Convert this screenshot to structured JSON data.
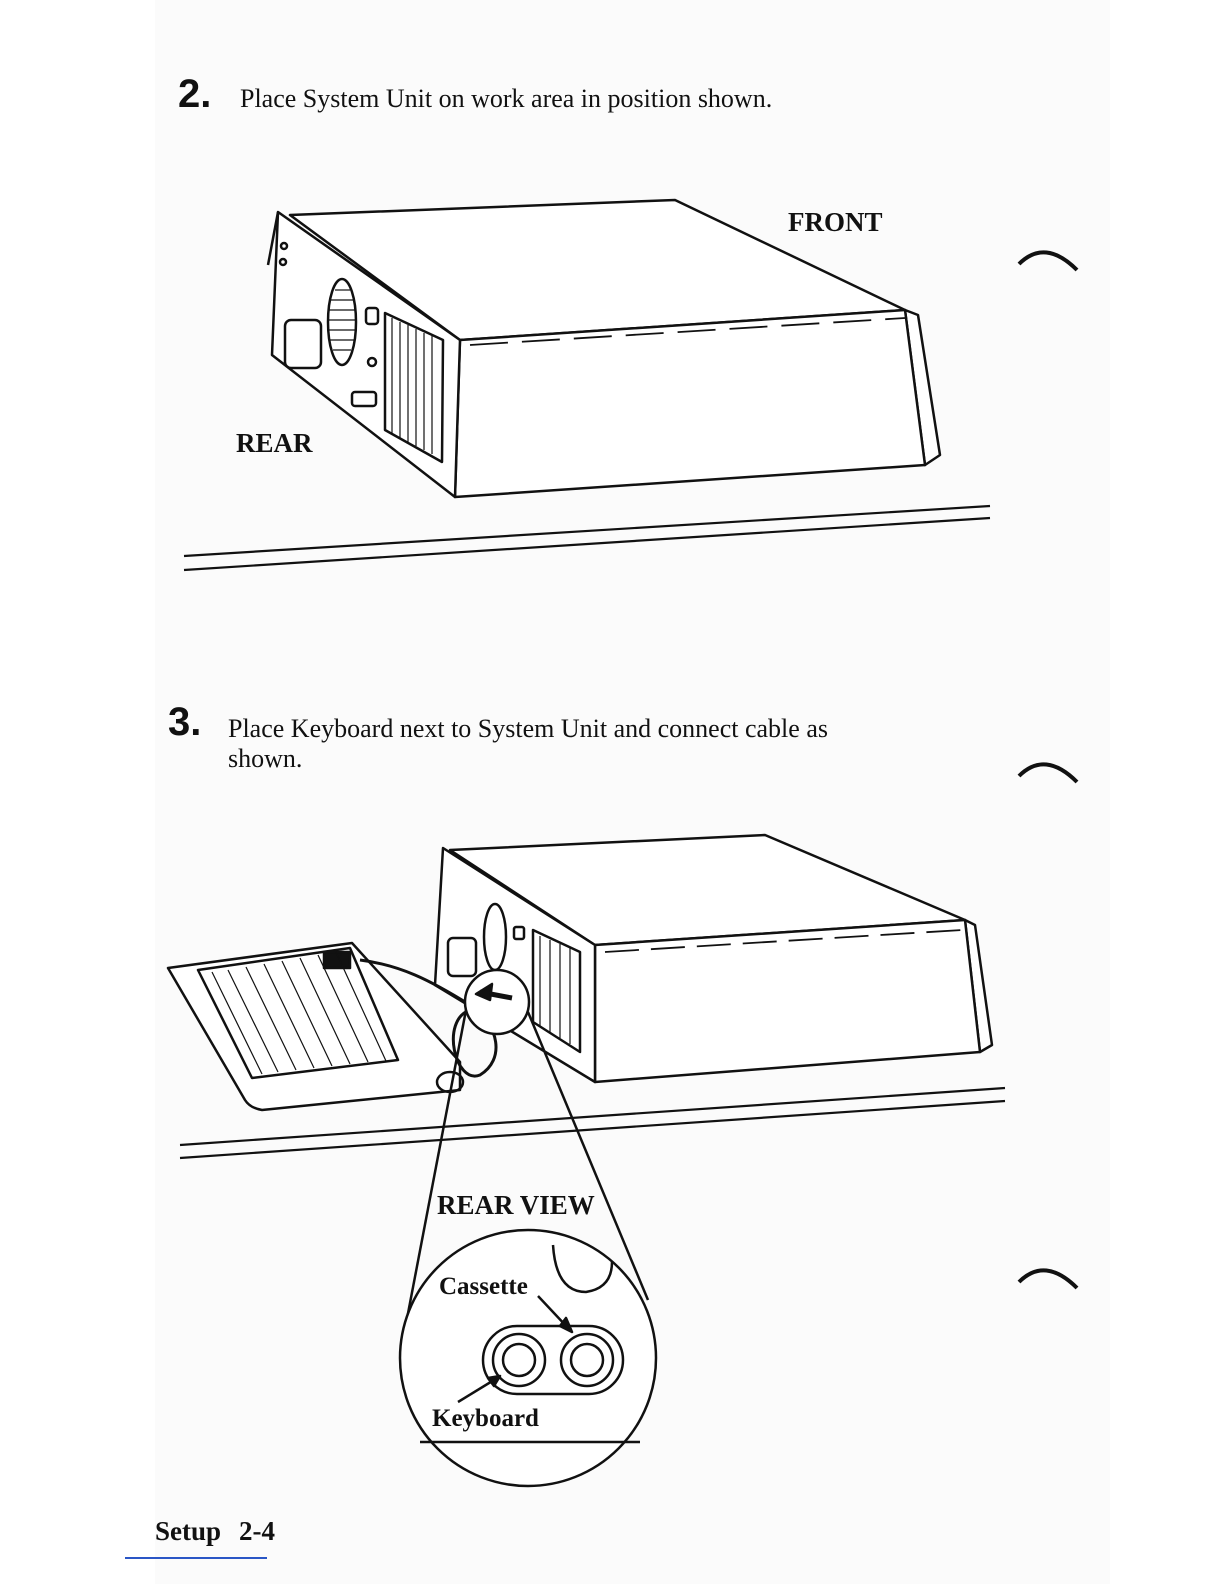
{
  "steps": [
    {
      "number": "2.",
      "text": "Place System Unit on work area in position shown."
    },
    {
      "number": "3.",
      "text_line1": "Place Keyboard next to System Unit and connect cable as",
      "text_line2": "shown."
    }
  ],
  "figure1": {
    "front_label": "FRONT",
    "rear_label": "REAR"
  },
  "figure2": {
    "rear_view_label": "REAR VIEW",
    "cassette_label": "Cassette",
    "keyboard_label": "Keyboard"
  },
  "footer": {
    "section": "Setup",
    "page": "2-4"
  }
}
